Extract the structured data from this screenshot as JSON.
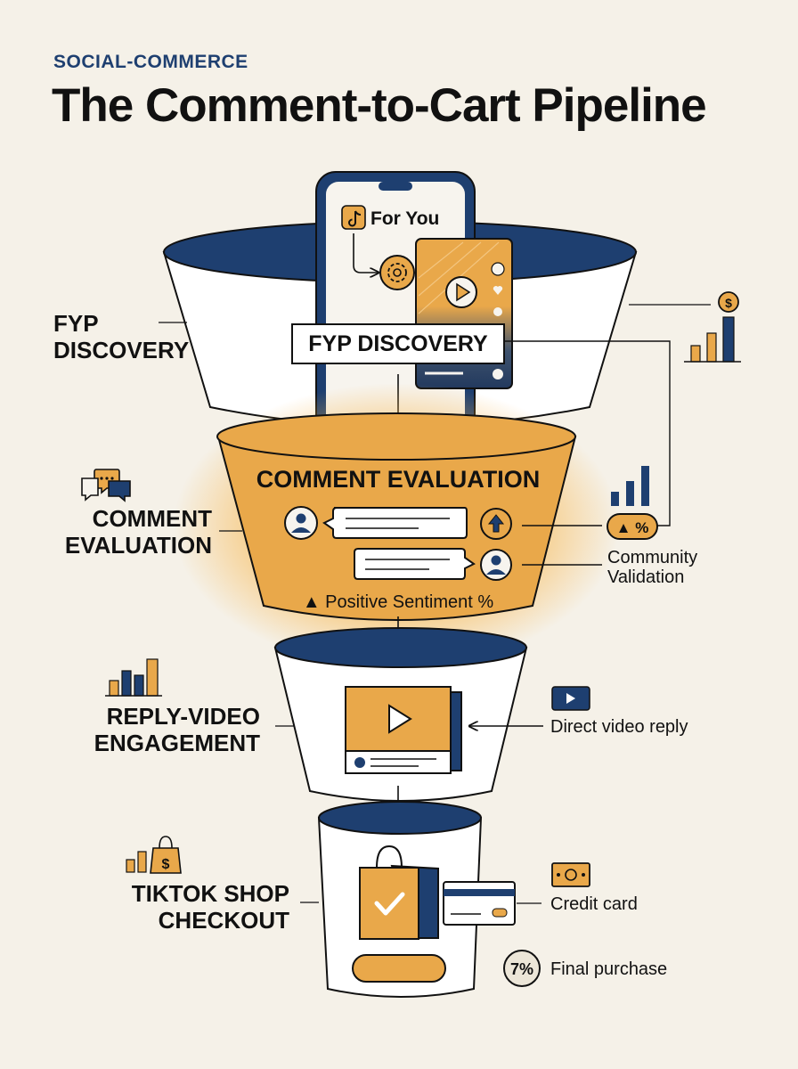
{
  "header": {
    "kicker": "SOCIAL-COMMERCE",
    "title": "The Comment-to-Cart Pipeline"
  },
  "colors": {
    "navy": "#1e3f70",
    "orange": "#e9a84a",
    "background": "#f5f1e8",
    "ink": "#111111"
  },
  "phone": {
    "for_you_label": "For You"
  },
  "stages": [
    {
      "id": "fyp",
      "label_line1": "FYP",
      "label_line2": "DISCOVERY",
      "center_label": "FYP DISCOVERY",
      "icon": "rising-bar-chart-dollar-icon"
    },
    {
      "id": "comment",
      "label_line1": "COMMENT",
      "label_line2": "EVALUATION",
      "center_label": "COMMENT EVALUATION",
      "sentiment_label": "▲ Positive Sentiment %",
      "icon": "chat-bubbles-icon",
      "side_badge": "▲ %",
      "side_line1": "Community",
      "side_line2": "Validation"
    },
    {
      "id": "reply",
      "label_line1": "REPLY-VIDEO",
      "label_line2": "ENGAGEMENT",
      "icon": "bar-chart-icon",
      "side_text": "Direct video reply"
    },
    {
      "id": "checkout",
      "label_line1": "TIKTOK SHOP",
      "label_line2": "CHECKOUT",
      "icon": "bars-with-bag-icon",
      "credit_card_text": "Credit card",
      "final_percent": "7%",
      "final_text": "Final purchase"
    }
  ]
}
